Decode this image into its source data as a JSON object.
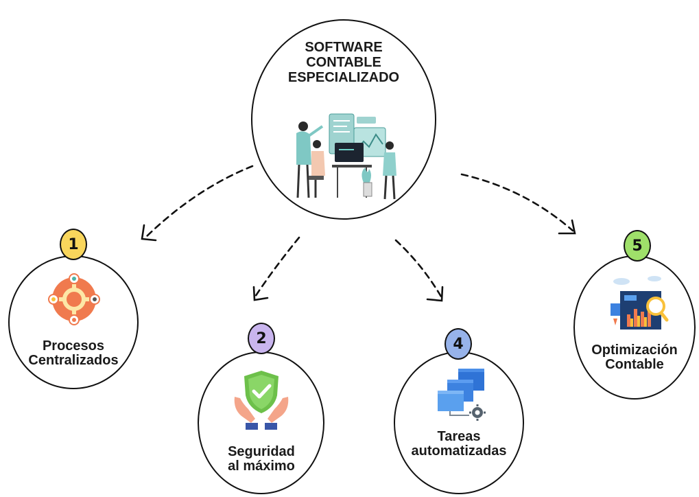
{
  "center": {
    "title_lines": [
      "SOFTWARE",
      "CONTABLE",
      "ESPECIALIZADO"
    ],
    "illustration": "team-dashboard-illustration"
  },
  "nodes": [
    {
      "number": "1",
      "lines": [
        "Procesos",
        "Centralizados"
      ],
      "badge_color": "#f9d65c",
      "icon": "gear-process-icon"
    },
    {
      "number": "2",
      "lines": [
        "Seguridad",
        "al máximo"
      ],
      "badge_color": "#c9b5ee",
      "icon": "shield-hands-icon"
    },
    {
      "number": "4",
      "lines": [
        "Tareas",
        "automatizadas"
      ],
      "badge_color": "#97b3ea",
      "icon": "automation-windows-icon"
    },
    {
      "number": "5",
      "lines": [
        "Optimización",
        "Contable"
      ],
      "badge_color": "#9fe06a",
      "icon": "analytics-dashboard-icon"
    }
  ]
}
